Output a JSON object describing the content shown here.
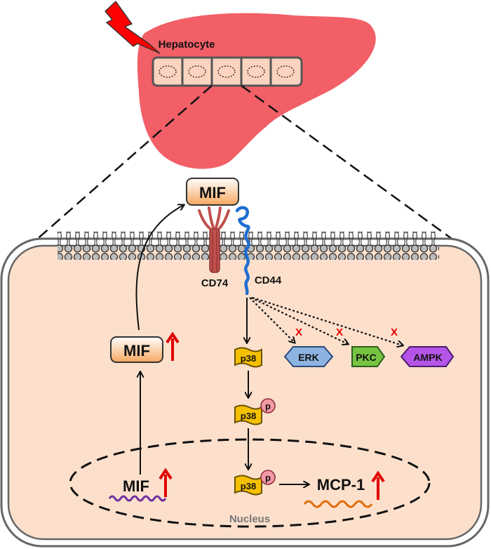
{
  "labels": {
    "hepatocyte": "Hepatocyte",
    "mif_extracellular": "MIF",
    "cd74": "CD74",
    "cd44": "CD44",
    "mif_cytoplasm": "MIF",
    "mif_nucleus": "MIF",
    "mcp1": "MCP-1",
    "nucleus": "Nucleus"
  },
  "kinases": {
    "p38_1": "p38",
    "p38_2": "p38",
    "p38_3": "p38",
    "phospho": "p",
    "erk": "ERK",
    "pkc": "PKC",
    "ampk": "AMPK",
    "blocked_mark": "X"
  },
  "colors": {
    "liver": "#f25f66",
    "cell_fill": "#fce0cc",
    "mif_box_top": "#ffffff",
    "mif_box_bottom": "#f7a860",
    "p38": "#f5c000",
    "phospho_circle": "#f29aa6",
    "erk": "#8db3e2",
    "pkc": "#77c442",
    "ampk": "#b455e8",
    "cd74": "#c0504d",
    "cd44": "#1f6fd1",
    "up_arrow": "#e00000",
    "mrna_mif": "#7030a0",
    "mrna_mcp1": "#e36c09"
  },
  "icons": [
    "lightning-bolt-icon",
    "up-arrow-icon",
    "phosphate-icon",
    "block-x-icon"
  ]
}
